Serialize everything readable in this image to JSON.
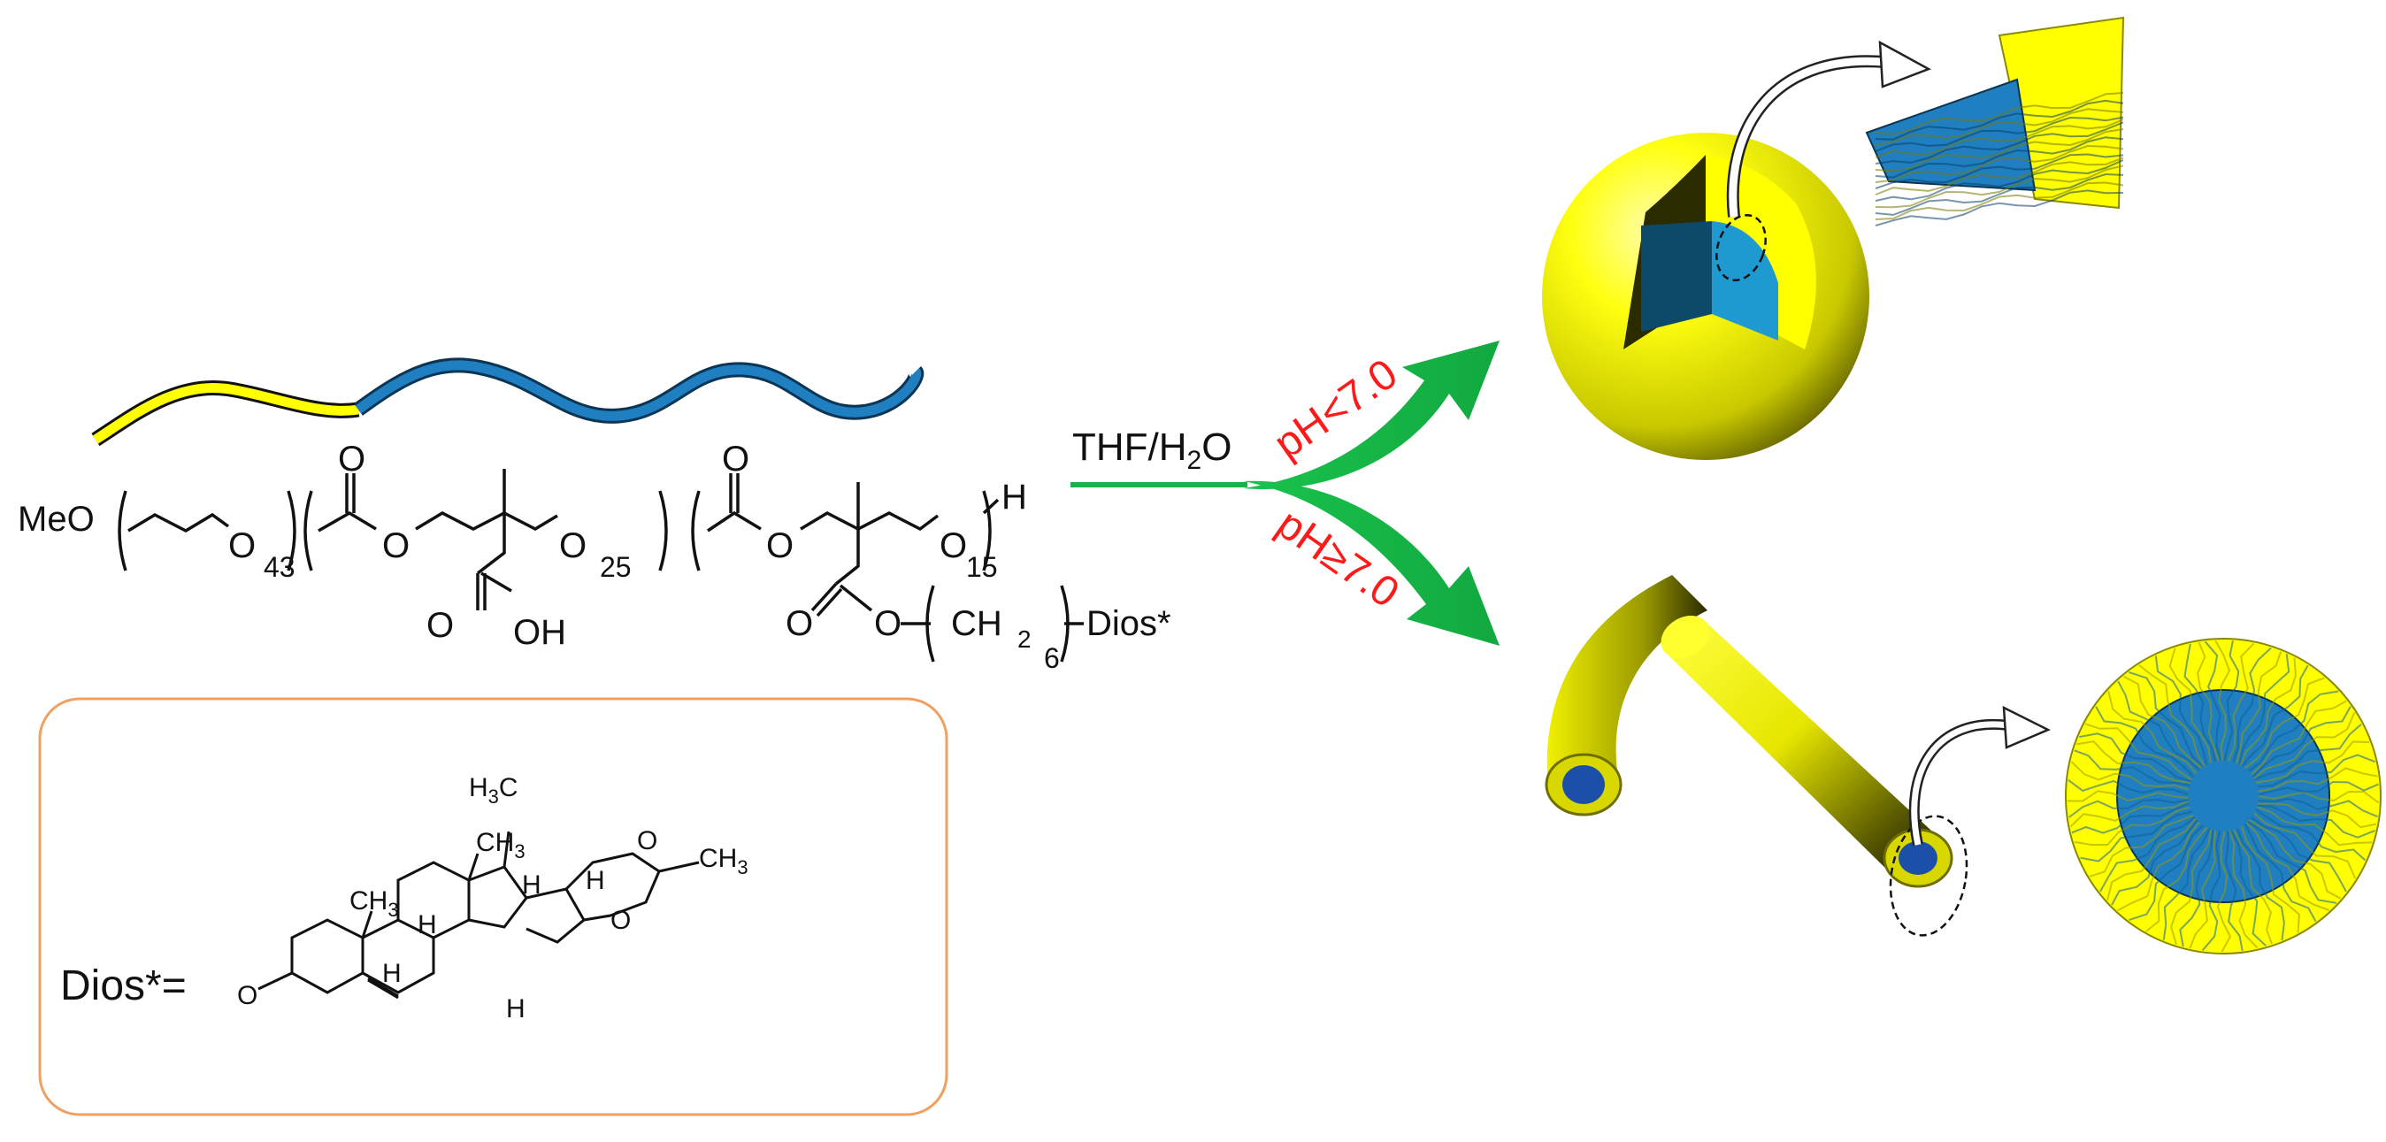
{
  "colors": {
    "peg_yellow": "#ffff00",
    "core_blue": "#1f7fc0",
    "deep_blue": "#1b4fa8",
    "arrow_green": "#17b34a",
    "ph_red": "#ff1a1a",
    "box_orange": "#f0a060",
    "ink": "#111111"
  },
  "chain": {
    "start_group": "MeO",
    "peg_repeat": "43",
    "block2_repeat": "25",
    "block3_repeat": "15",
    "end_group": "H",
    "acid_o": "O",
    "acid_oh": "OH",
    "ester_o": "O",
    "ester_o2": "O",
    "alkyl_ch2": "CH",
    "alkyl_sub": "2",
    "alkyl_repeat": "6",
    "alkyl_end": "Dios*",
    "oxy": "O"
  },
  "dios": {
    "label": "Dios*=",
    "me1": "CH",
    "me1_sub": "3",
    "me2": "CH",
    "me2_sub": "3",
    "me3_h": "H",
    "me3_c": "C",
    "me3_sub": "3",
    "me4": "CH",
    "me4_sub": "3",
    "h": "H",
    "o": "O"
  },
  "solvent": {
    "main": "THF/H",
    "sub": "2",
    "tail": "O"
  },
  "conditions": {
    "acidic": "pH<7.0",
    "basic": "pH≥7.0"
  }
}
